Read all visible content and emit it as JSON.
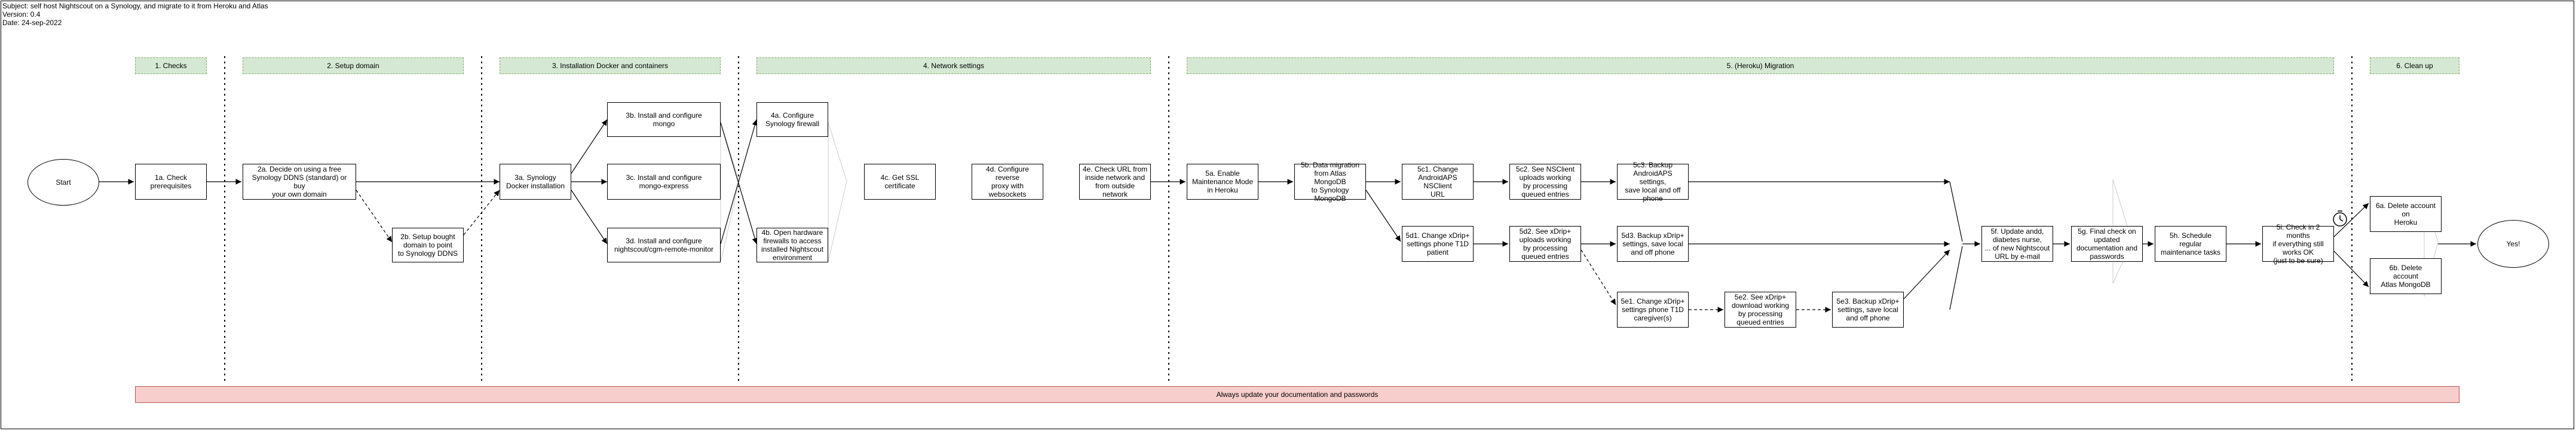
{
  "header": {
    "subject": "Subject: self host Nightscout on a Synology, and migrate to it from Heroku and Atlas",
    "version": "Version: 0.4",
    "date": "Date: 24-sep-2022"
  },
  "phases": {
    "checks": "1. Checks",
    "setup_domain": "2. Setup domain",
    "docker": "3. Installation Docker and containers",
    "network": "4. Network settings",
    "migration": "5. (Heroku) Migration",
    "cleanup": "6. Clean up"
  },
  "nodes": {
    "start": "Start",
    "n1a": "1a. Check\nprerequisites",
    "n2a": "2a. Decide on using a free\nSynology DDNS (standard) or buy\nyour own domain",
    "n2b": "2b. Setup bought\ndomain to point\nto Synology DDNS",
    "n3a": "3a. Synology\nDocker installation",
    "n3b": "3b. Install and configure\nmongo",
    "n3c": "3c. Install and configure\nmongo-express",
    "n3d": "3d. Install and configure\nnightscout/cgm-remote-monitor",
    "n4a": "4a. Configure\nSynology firewall",
    "n4b": "4b. Open hardware\nfirewalls to access\ninstalled Nightscout\nenvironment",
    "n4c": "4c. Get SSL\ncertificate",
    "n4d": "4d. Configure reverse\nproxy with\nwebsockets",
    "n4e": "4e. Check URL from\ninside network and\nfrom outside network",
    "n5a": "5a. Enable\nMaintenance Mode\nin Heroku",
    "n5b": "5b. Data migration\nfrom Atlas MongoDB\nto Synology\nMongoDB",
    "n5c1": "5c1. Change\nAndroidAPS NSClient\nURL",
    "n5c2": "5c2. See NSClient\nuploads working\nby processing\nqueued entries",
    "n5c3": "5c3. Backup\nAndroidAPS settings,\nsave local and off\nphone",
    "n5d1": "5d1. Change xDrip+\nsettings phone T1D\npatient",
    "n5d2": "5d2. See xDrip+\nuploads working\nby processing\nqueued entries",
    "n5d3": "5d3. Backup xDrip+\nsettings, save local\nand off phone",
    "n5e1": "5e1. Change xDrip+\nsettings phone T1D\ncaregiver(s)",
    "n5e2": "5e2. See xDrip+\ndownload working\nby processing\nqueued entries",
    "n5e3": "5e3. Backup xDrip+\nsettings, save local\nand off phone",
    "n5f": "5f. Update andd,\ndiabetes nurse,\n... of new Nightscout\nURL by e-mail",
    "n5g": "5g. Final check on\nupdated\ndocumentation and\npasswords",
    "n5h": "5h. Schedule regular\nmaintenance tasks",
    "n5i": "5i. Check in 2 months\nif everything still\nworks OK\n(just to be sure)",
    "n6a": "6a. Delete account on\nHeroku",
    "n6b": "6b. Delete\naccount\nAtlas MongoDB",
    "yes": "Yes!"
  },
  "banner": "Always update your documentation and passwords",
  "colors": {
    "phase_fill": "#d5e8d4",
    "phase_border": "#82b366",
    "banner_fill": "#f8cecc",
    "banner_border": "#b85450"
  },
  "icons": {
    "timer": "clock-icon"
  }
}
